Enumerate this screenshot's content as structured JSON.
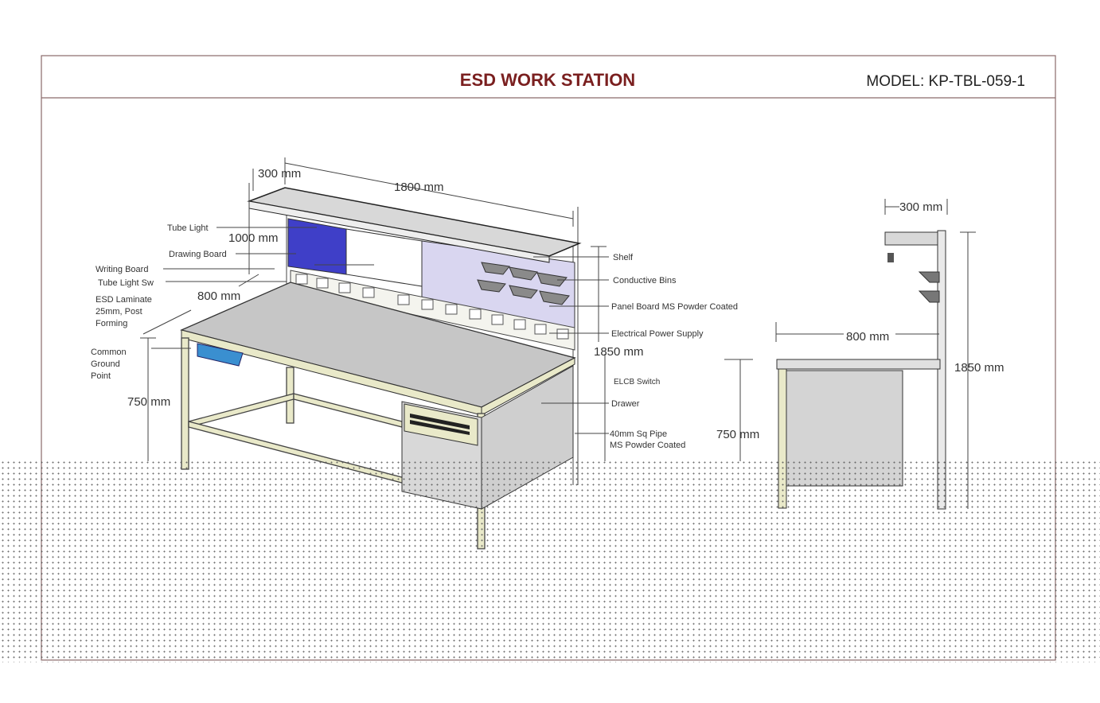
{
  "header": {
    "title": "ESD WORK STATION",
    "model": "MODEL: KP-TBL-059-1"
  },
  "dimensions": {
    "shelf_depth": "300 mm",
    "width": "1800 mm",
    "panel_height": "1000 mm",
    "desk_depth": "800 mm",
    "desk_height": "750 mm",
    "total_height": "1850 mm",
    "side_shelf_depth": "300 mm",
    "side_desk_depth": "800 mm",
    "side_desk_height": "750 mm",
    "side_total_height": "1850 mm"
  },
  "callouts_left": {
    "tube_light": "Tube Light",
    "drawing_board": "Drawing Board",
    "writing_board": "Writing Board",
    "tube_light_sw": "Tube Light Sw",
    "esd_laminate": [
      "ESD Laminate",
      "25mm, Post",
      "Forming"
    ],
    "ground_point": [
      "Common",
      "Ground",
      "Point"
    ]
  },
  "callouts_right": {
    "shelf": "Shelf",
    "bins": "Conductive Bins",
    "panel_board": "Panel Board  MS Powder Coated",
    "power_supply": "Electrical Power Supply",
    "elcb": "ELCB Switch",
    "drawer": "Drawer",
    "pipe": [
      "40mm Sq Pipe",
      "MS Powder Coated"
    ]
  },
  "colors": {
    "title": "#7a1f1f",
    "drawing_board": "#3f3fc8",
    "panel": "#d9d6f0",
    "frame": "#e9e9c9",
    "ground": "#3a8fd0"
  }
}
